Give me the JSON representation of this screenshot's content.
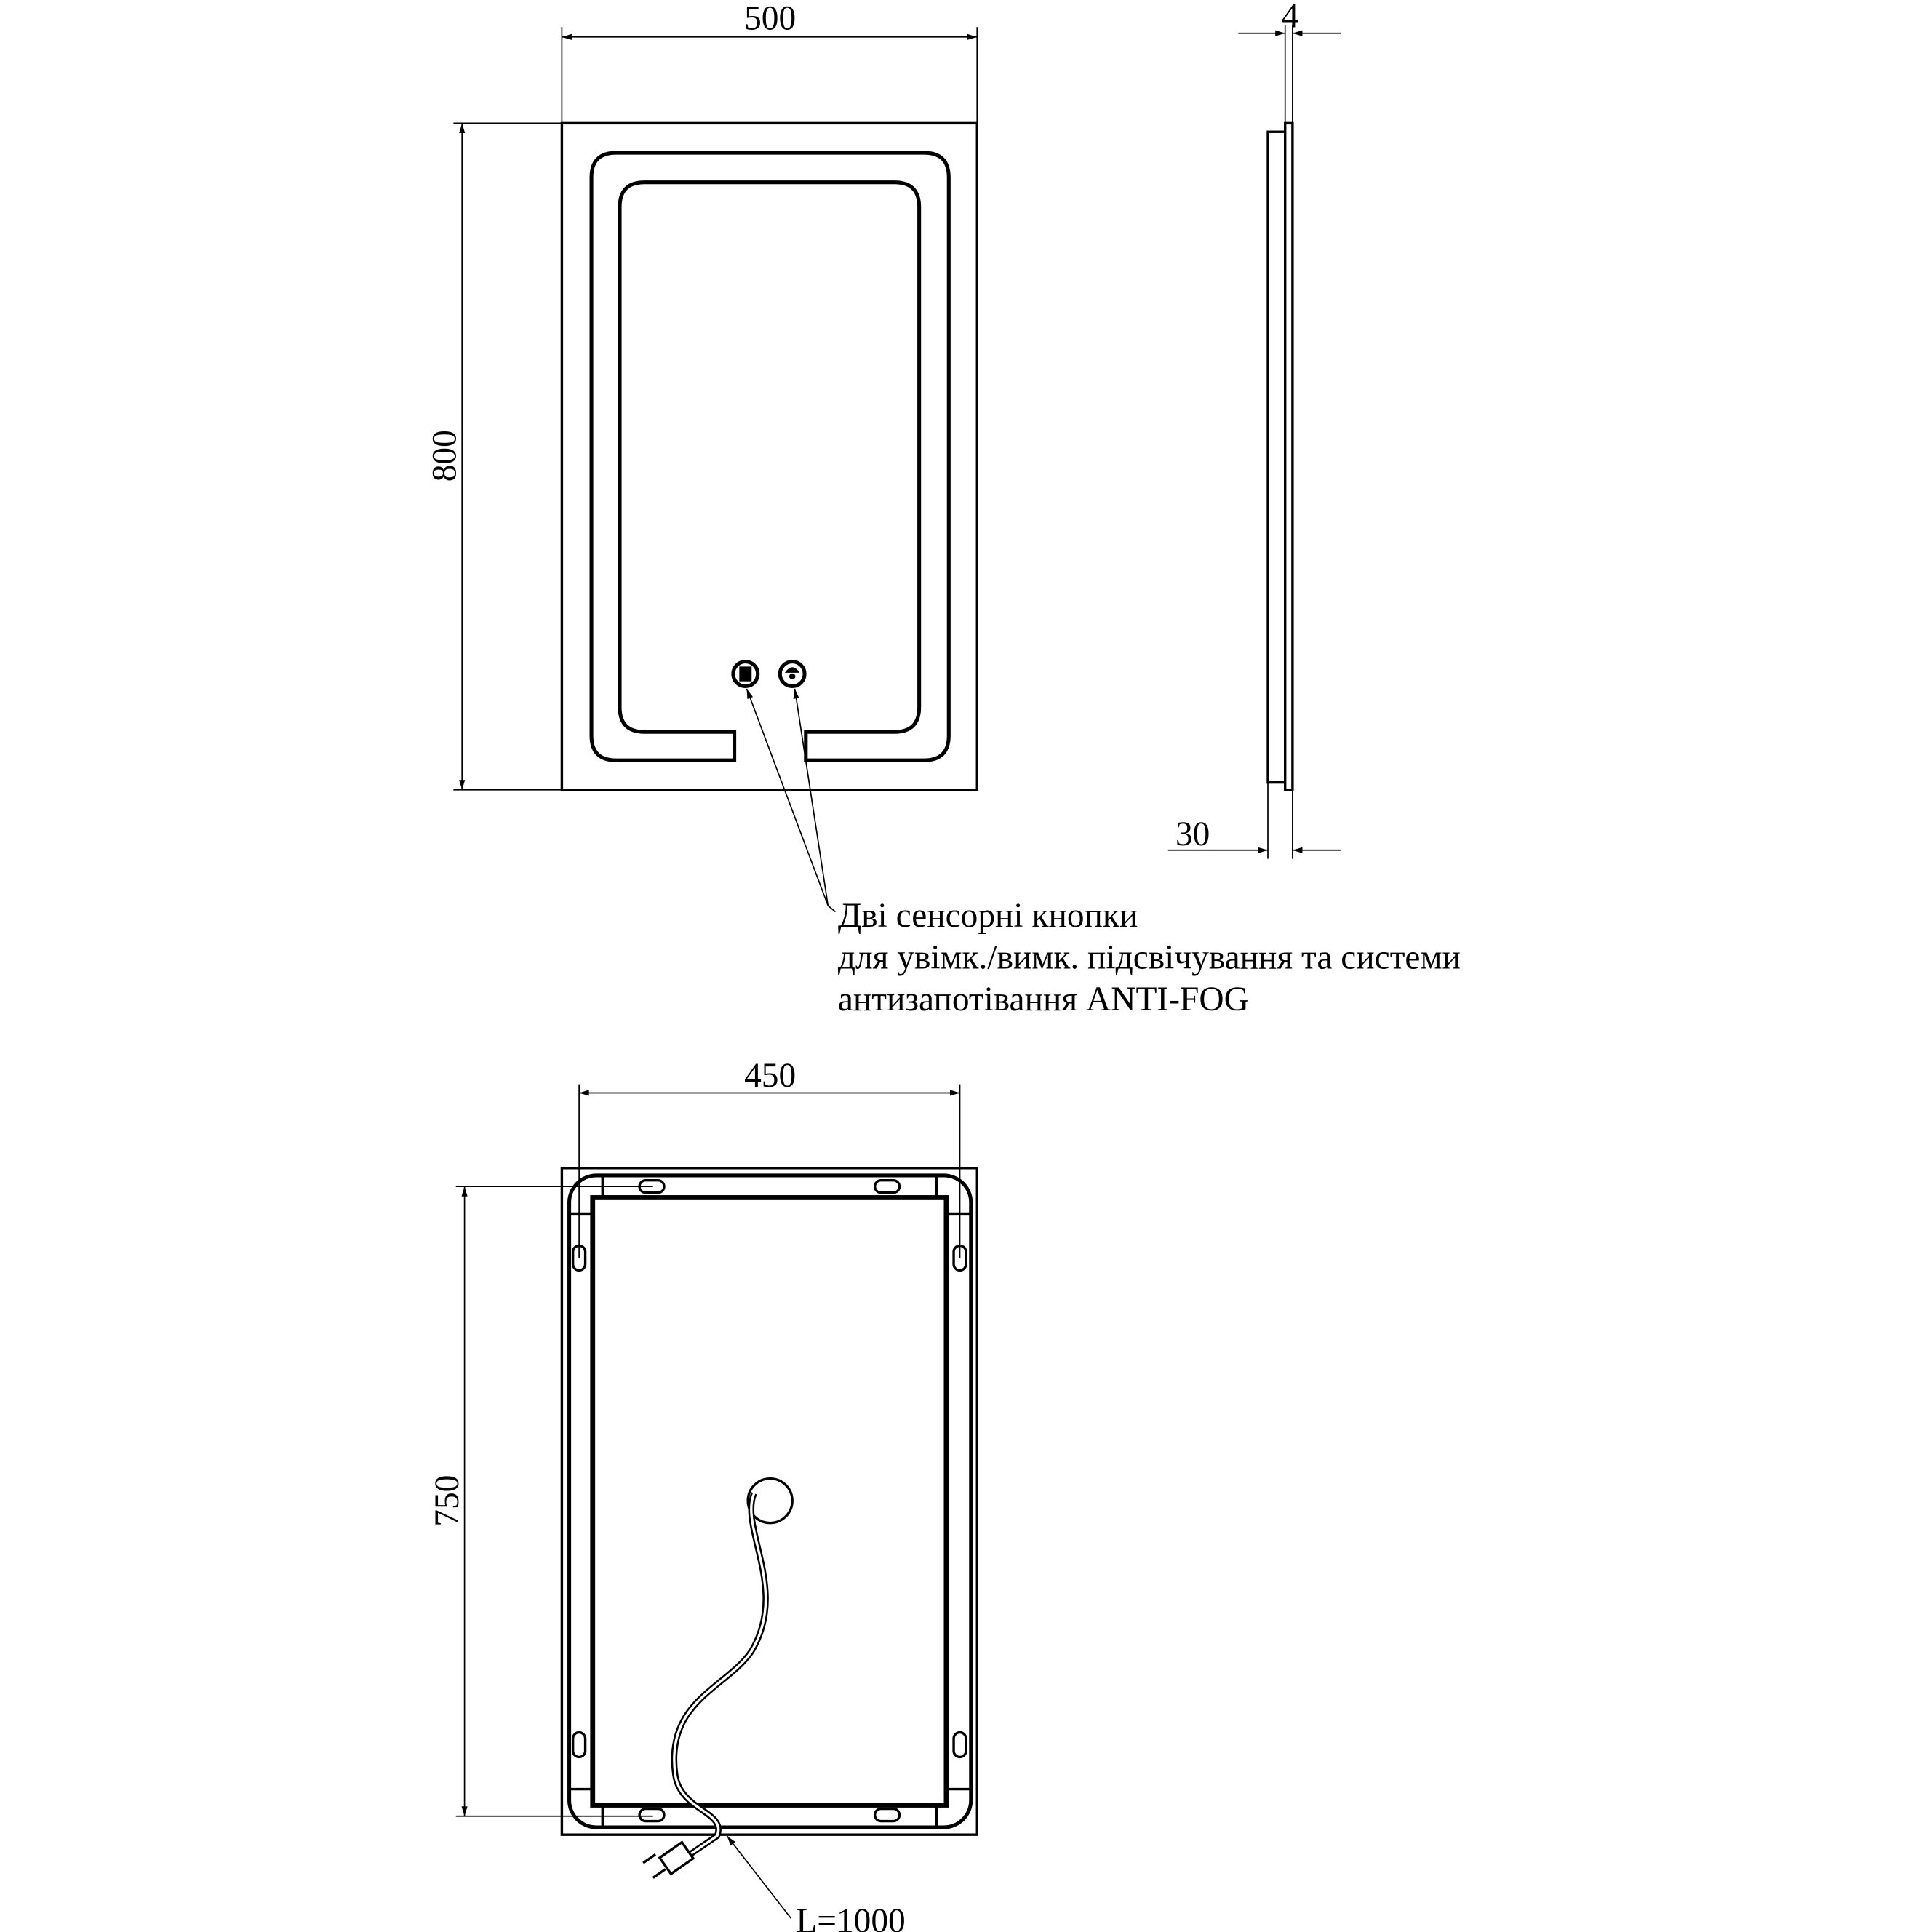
{
  "front_view": {
    "width_dim": "500",
    "height_dim": "800",
    "buttons": [
      {
        "icon": "light-icon"
      },
      {
        "icon": "anti-fog-icon"
      }
    ]
  },
  "side_view": {
    "glass_dim": "4",
    "depth_dim": "30"
  },
  "annotation": {
    "lines": [
      "Дві сенсорні кнопки",
      "для увімк./вимк. підсвічування та системи",
      "антизапотівання ANTI-FOG"
    ]
  },
  "back_view": {
    "width_dim": "450",
    "height_dim": "750",
    "cable_label": "L=1000"
  }
}
